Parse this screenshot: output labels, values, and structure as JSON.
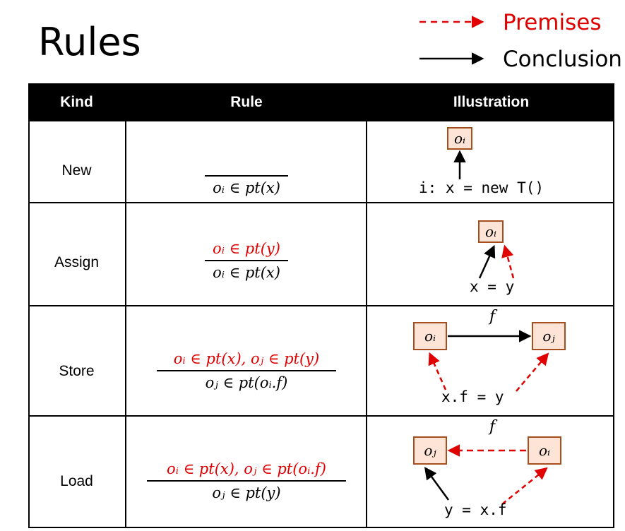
{
  "title": "Rules",
  "legend": {
    "premises": "Premises",
    "conclusion": "Conclusion",
    "premises_color": "#ff0000",
    "conclusion_color": "#000000"
  },
  "table": {
    "headers": [
      "Kind",
      "Rule",
      "Illustration"
    ],
    "rows": [
      {
        "kind": "New",
        "premise": "",
        "conclusion": "oᵢ ∈ pt(x)",
        "illustration": {
          "code": "i: x = new T()",
          "boxes": [
            "oᵢ"
          ]
        }
      },
      {
        "kind": "Assign",
        "premise": "oᵢ ∈ pt(y)",
        "conclusion": "oᵢ ∈ pt(x)",
        "illustration": {
          "code": "x = y",
          "boxes": [
            "oᵢ"
          ]
        }
      },
      {
        "kind": "Store",
        "premise": "oᵢ ∈ pt(x),  oⱼ ∈ pt(y)",
        "conclusion": "oⱼ ∈ pt(oᵢ.f)",
        "illustration": {
          "code": "x.f = y",
          "boxes": [
            "oᵢ",
            "oⱼ"
          ],
          "field": "f"
        }
      },
      {
        "kind": "Load",
        "premise": "oᵢ ∈ pt(x),  oⱼ ∈ pt(oᵢ.f)",
        "conclusion": "oⱼ ∈ pt(y)",
        "illustration": {
          "code": "y = x.f",
          "boxes": [
            "oⱼ",
            "oᵢ"
          ],
          "field": "f"
        }
      }
    ]
  }
}
